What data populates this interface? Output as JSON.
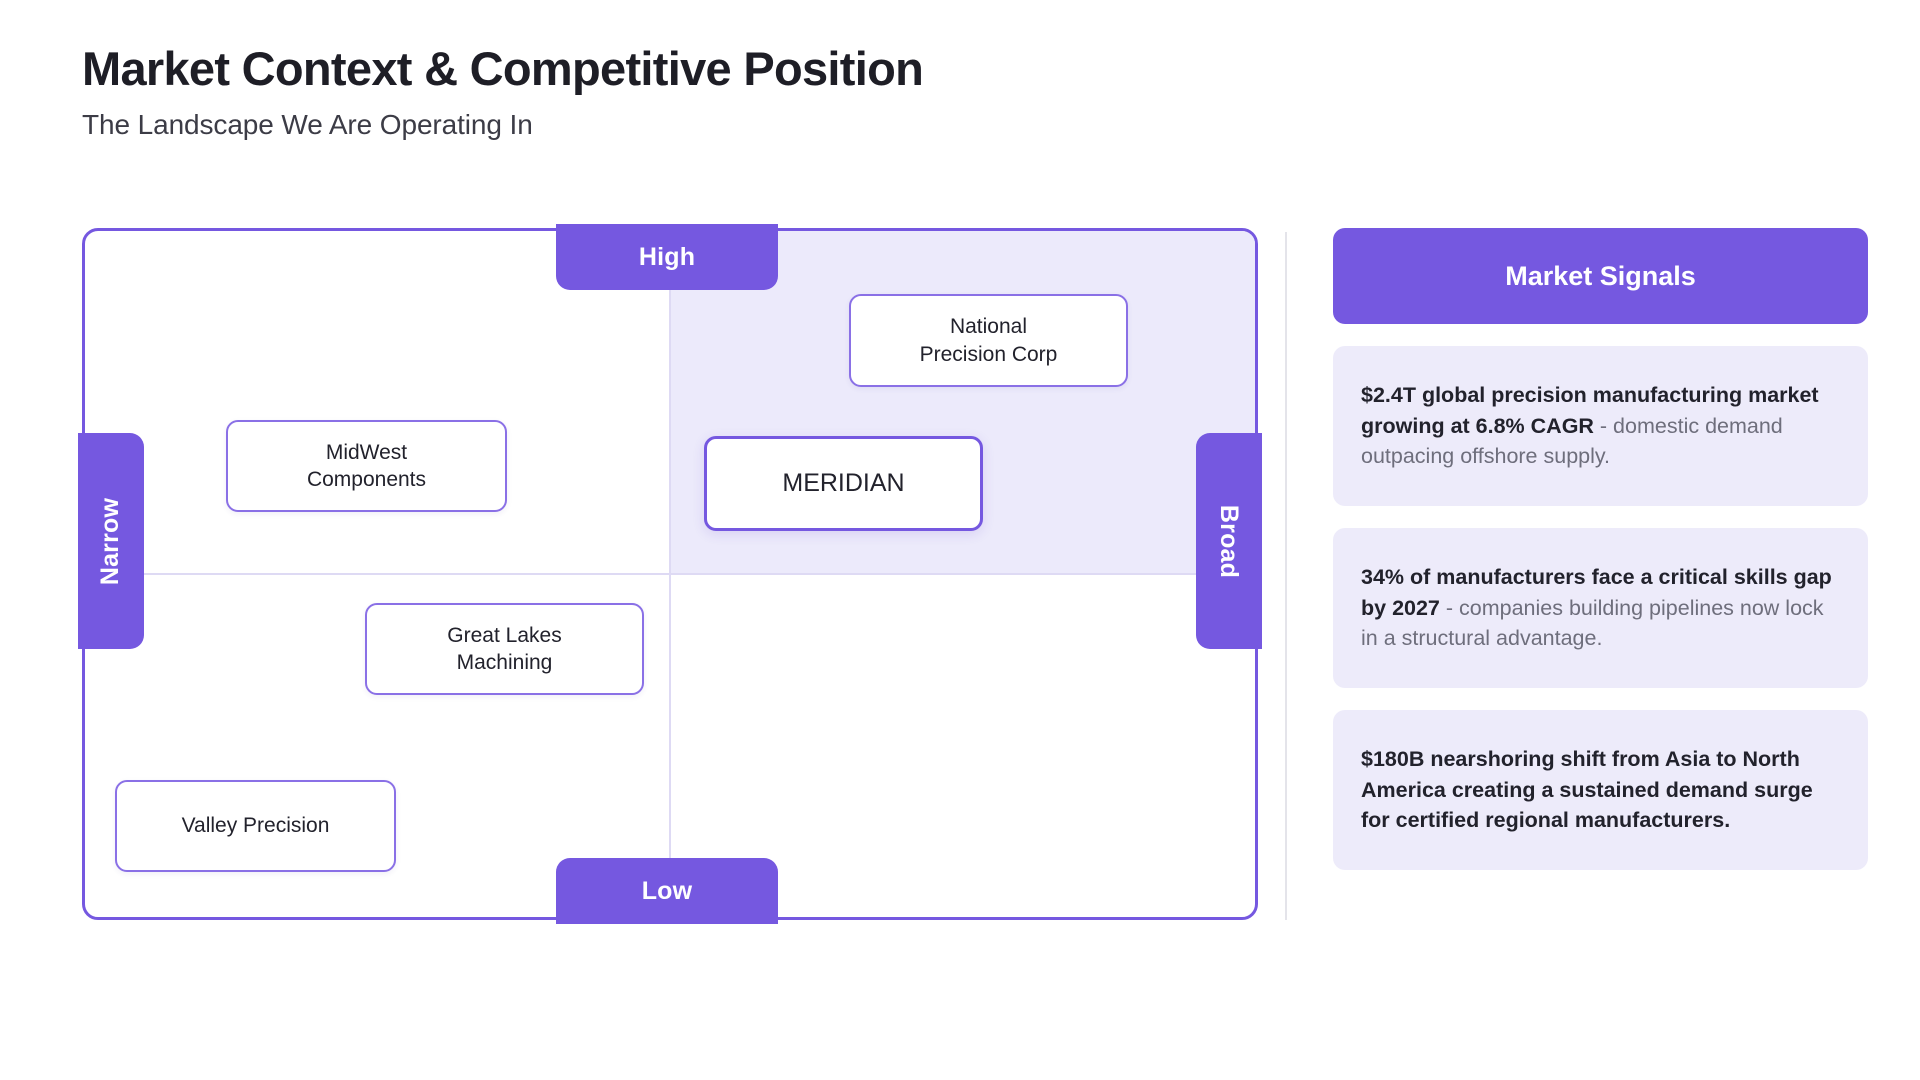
{
  "header": {
    "title": "Market Context & Competitive Position",
    "subtitle": "The Landscape We Are Operating In"
  },
  "matrix": {
    "axis_labels": {
      "top": "High",
      "bottom": "Low",
      "left": "Narrow",
      "right": "Broad"
    },
    "companies": [
      {
        "name": "National\nPrecision Corp",
        "highlight": false
      },
      {
        "name": "MidWest\nComponents",
        "highlight": false
      },
      {
        "name": "MERIDIAN",
        "highlight": true
      },
      {
        "name": "Great Lakes\nMachining",
        "highlight": false
      },
      {
        "name": "Valley Precision",
        "highlight": false
      }
    ]
  },
  "signals": {
    "title": "Market Signals",
    "items": [
      {
        "lead": "$2.4T global precision manufacturing market growing at 6.8% CAGR",
        "rest": " - domestic demand outpacing offshore supply."
      },
      {
        "lead": "34% of manufacturers face a critical skills gap by 2027",
        "rest": " - companies building pipelines now lock in a structural advantage."
      },
      {
        "lead": "$180B nearshoring shift from Asia to North America creating a sustained demand surge for certified regional manufacturers.",
        "rest": ""
      }
    ]
  },
  "colors": {
    "accent": "#7558E0",
    "quadrant_tint": "#ECEAFB",
    "card_bg": "#EDEBFA",
    "divider": "#E4E4EA",
    "title_text": "#1e1e26",
    "body_text": "#6E6E7C"
  }
}
